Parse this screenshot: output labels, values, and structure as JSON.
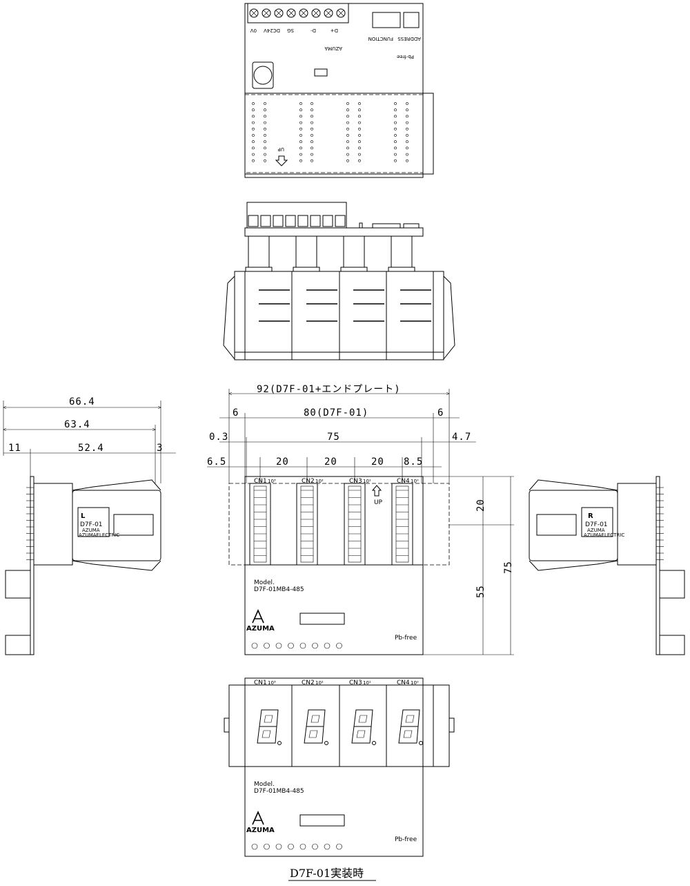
{
  "caption": "D7F-01実装時",
  "dimensions": {
    "top_total": "92(D7F-01+エンドプレート)",
    "body_width": "80(D7F-01)",
    "left_margin_6": "6",
    "right_margin_6": "6",
    "offset_left": "0.3",
    "inner_width": "75",
    "offset_right": "4.7",
    "pitch_start": "6.5",
    "pitch_1": "20",
    "pitch_2": "20",
    "pitch_3": "20",
    "pitch_end": "8.5",
    "height_20": "20",
    "height_55": "55",
    "height_75": "75",
    "side_total": "66.4",
    "side_mid": "63.4",
    "side_11": "11",
    "side_52": "52.4",
    "side_3": "3"
  },
  "connectors": [
    "CN1",
    "CN2",
    "CN3",
    "CN4"
  ],
  "connector_digits": [
    "10³",
    "10²",
    "10¹",
    "10⁰"
  ],
  "board": {
    "model_label": "Model.",
    "model_number": "D7F-01MB4-485",
    "brand": "AZUMA",
    "pb_free": "Pb-free",
    "up_label": "UP",
    "function_label": "FUNCTION",
    "address_label": "ADDRESS",
    "term_labels": [
      "0V",
      "DC24V",
      "SG",
      "D-",
      "D+"
    ]
  },
  "side_views": {
    "left_letter": "L",
    "right_letter": "R",
    "model": "D7F-01",
    "brand": "AZUMA",
    "company": "AZUMAELECTRIC"
  }
}
